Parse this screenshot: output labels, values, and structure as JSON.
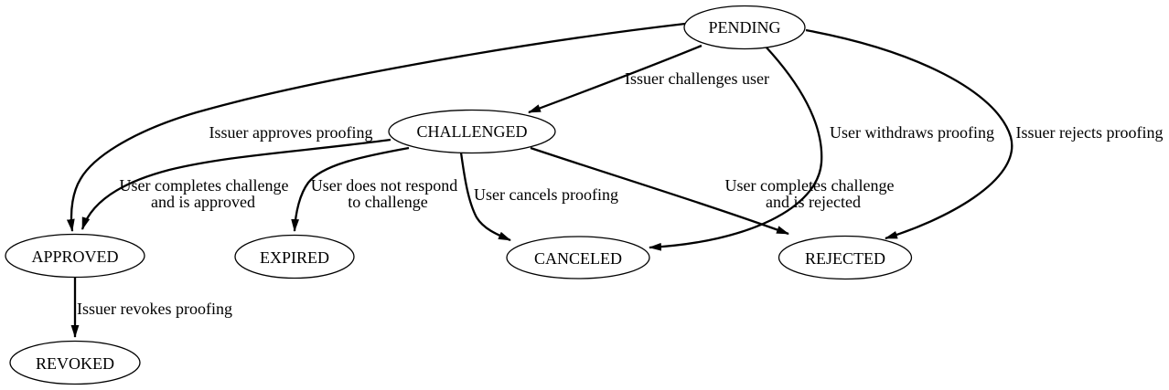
{
  "diagram": {
    "type": "state-transition-diagram",
    "colors": {
      "background": "#ffffff",
      "line": "#000000",
      "node_fill": "#ffffff",
      "text": "#000000"
    },
    "nodes": {
      "pending": {
        "label": "PENDING"
      },
      "challenged": {
        "label": "CHALLENGED"
      },
      "approved": {
        "label": "APPROVED"
      },
      "expired": {
        "label": "EXPIRED"
      },
      "canceled": {
        "label": "CANCELED"
      },
      "rejected": {
        "label": "REJECTED"
      },
      "revoked": {
        "label": "REVOKED"
      }
    },
    "edges": {
      "pending_challenged": {
        "from": "PENDING",
        "to": "CHALLENGED",
        "label": "Issuer challenges user"
      },
      "pending_approved": {
        "from": "PENDING",
        "to": "APPROVED",
        "label": "Issuer approves proofing"
      },
      "pending_canceled": {
        "from": "PENDING",
        "to": "CANCELED",
        "label": "User withdraws proofing"
      },
      "pending_rejected": {
        "from": "PENDING",
        "to": "REJECTED",
        "label": "Issuer rejects proofing"
      },
      "challenged_approved": {
        "from": "CHALLENGED",
        "to": "APPROVED",
        "label_line1": "User completes challenge",
        "label_line2": "and is approved"
      },
      "challenged_expired": {
        "from": "CHALLENGED",
        "to": "EXPIRED",
        "label_line1": "User does not respond",
        "label_line2": "to challenge"
      },
      "challenged_canceled": {
        "from": "CHALLENGED",
        "to": "CANCELED",
        "label": "User cancels proofing"
      },
      "challenged_rejected": {
        "from": "CHALLENGED",
        "to": "REJECTED",
        "label_line1": "User completes challenge",
        "label_line2": "and is rejected"
      },
      "approved_revoked": {
        "from": "APPROVED",
        "to": "REVOKED",
        "label": "Issuer revokes proofing"
      }
    }
  }
}
